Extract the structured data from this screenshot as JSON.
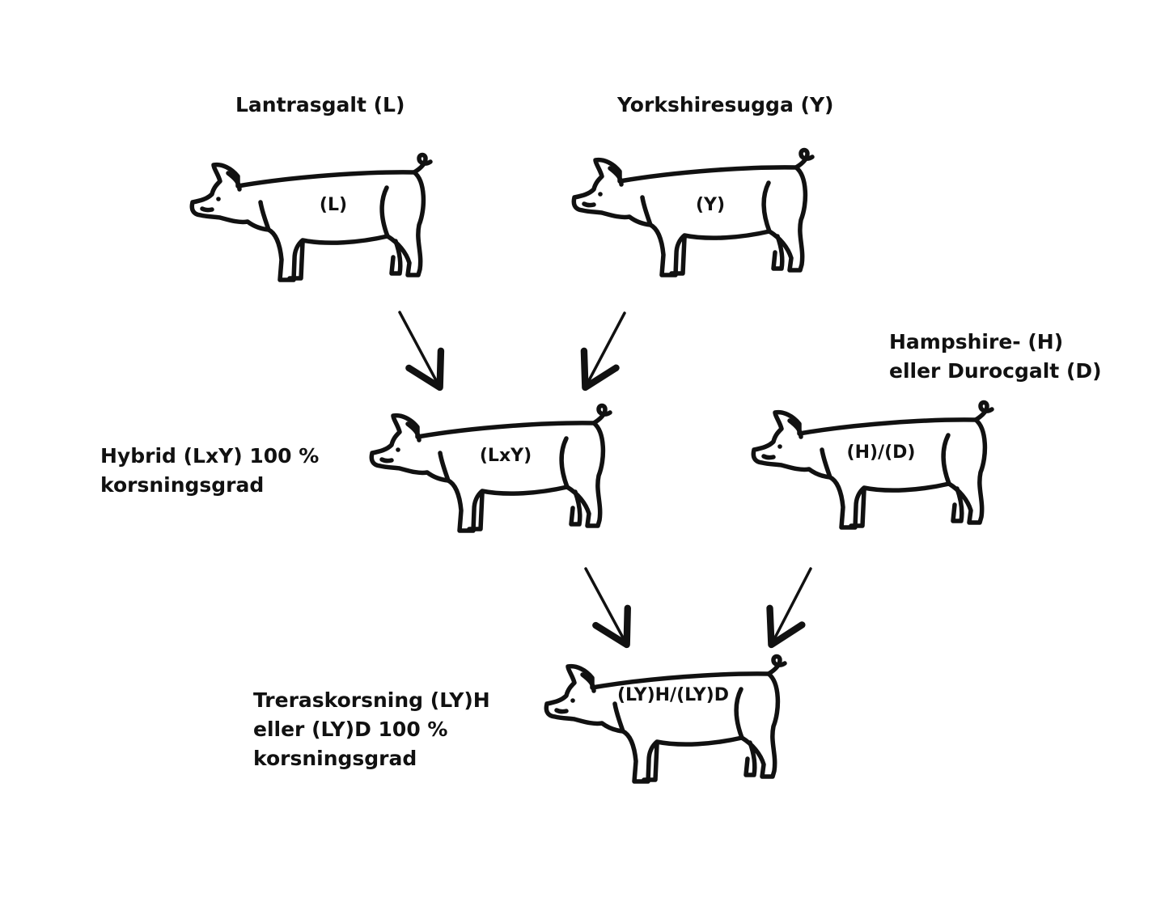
{
  "labels": {
    "lantrasgalt": "Lantrasgalt (L)",
    "yorkshiresugga": "Yorkshiresugga (Y)",
    "hampshire_line1": "Hampshire- (H)",
    "hampshire_line2": "eller Durocgalt (D)",
    "hybrid_line1": "Hybrid (LxY) 100 %",
    "hybrid_line2": "korsningsgrad",
    "trerask_line1": "Treraskorsning (LY)H",
    "trerask_line2": "eller (LY)D 100 %",
    "trerask_line3": "korsningsgrad"
  },
  "pigs": {
    "l": "(L)",
    "y": "(Y)",
    "lxy": "(LxY)",
    "hd": "(H)/(D)",
    "lyhd": "(LY)H/(LY)D"
  },
  "icons": {
    "pig": "pig-outline-icon",
    "arrow": "arrow-down-icon"
  },
  "colors": {
    "stroke": "#111111",
    "background": "#ffffff"
  }
}
